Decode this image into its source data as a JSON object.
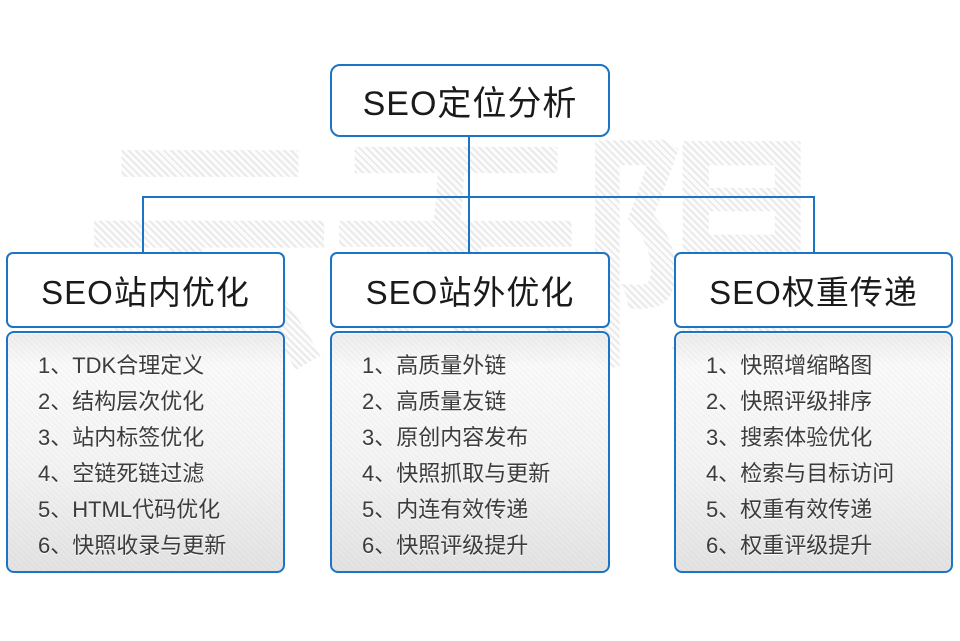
{
  "diagram": {
    "root": {
      "title": "SEO定位分析"
    },
    "branches": [
      {
        "title": "SEO站内优化",
        "items": [
          "1、TDK合理定义",
          "2、结构层次优化",
          "3、站内标签优化",
          "4、空链死链过滤",
          "5、HTML代码优化",
          "6、快照收录与更新"
        ]
      },
      {
        "title": "SEO站外优化",
        "items": [
          "1、高质量外链",
          "2、高质量友链",
          "3、原创内容发布",
          "4、快照抓取与更新",
          "5、内连有效传递",
          "6、快照评级提升"
        ]
      },
      {
        "title": "SEO权重传递",
        "items": [
          "1、快照增缩略图",
          "2、快照评级排序",
          "3、搜索体验优化",
          "4、检索与目标访问",
          "5、权重有效传递",
          "6、权重评级提升"
        ]
      }
    ],
    "watermark": "云无限",
    "colors": {
      "line": "#1c74c4",
      "border": "#1c74c4",
      "title_text": "#1a1a1a",
      "item_text": "#3c3c3c",
      "list_bg_top": "#ececec",
      "list_bg_bottom": "#e2e2e2"
    }
  }
}
